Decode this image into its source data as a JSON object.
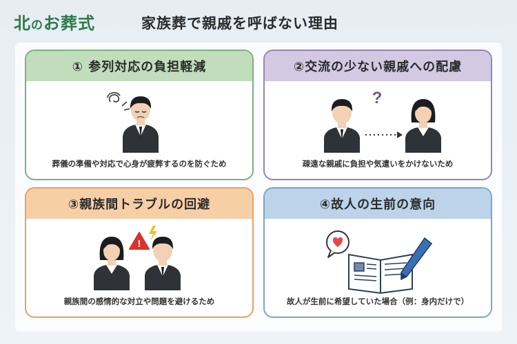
{
  "header": {
    "logo_main": "北",
    "logo_no": "の",
    "logo_tail": "お葬式",
    "title": "家族葬で親戚を呼ばない理由"
  },
  "cards": [
    {
      "title": "① 参列対応の負担軽減",
      "caption": "葬儀の準備や対応で心身が疲弊するのを防ぐため",
      "icons": [
        "tired-person-icon",
        "stress-swirl-icon"
      ],
      "border_color": "#79b17d",
      "head_color": "#c2ddbb"
    },
    {
      "title": "②交流の少ない親戚への配慮",
      "caption": "疎遠な親戚に負担や気遣いをかけないため",
      "icons": [
        "man-icon",
        "woman-icon",
        "question-mark-icon",
        "dotted-arrow-icon"
      ],
      "question_mark": "?",
      "border_color": "#9684b2",
      "head_color": "#d3c9e2"
    },
    {
      "title": "③親族間トラブルの回避",
      "caption": "親族間の感情的な対立や問題を避けるため",
      "icons": [
        "woman-icon",
        "man-icon",
        "warning-icon",
        "lightning-icon"
      ],
      "warning_mark": "!",
      "border_color": "#e6a264",
      "head_color": "#f7cfa6"
    },
    {
      "title": "④故人の生前の意向",
      "caption": "故人が生前に希望していた場合（例：身内だけで）",
      "icons": [
        "heart-speech-bubble-icon",
        "open-notebook-icon",
        "pen-icon"
      ],
      "border_color": "#7ea4c8",
      "head_color": "#bcd3e9"
    }
  ]
}
